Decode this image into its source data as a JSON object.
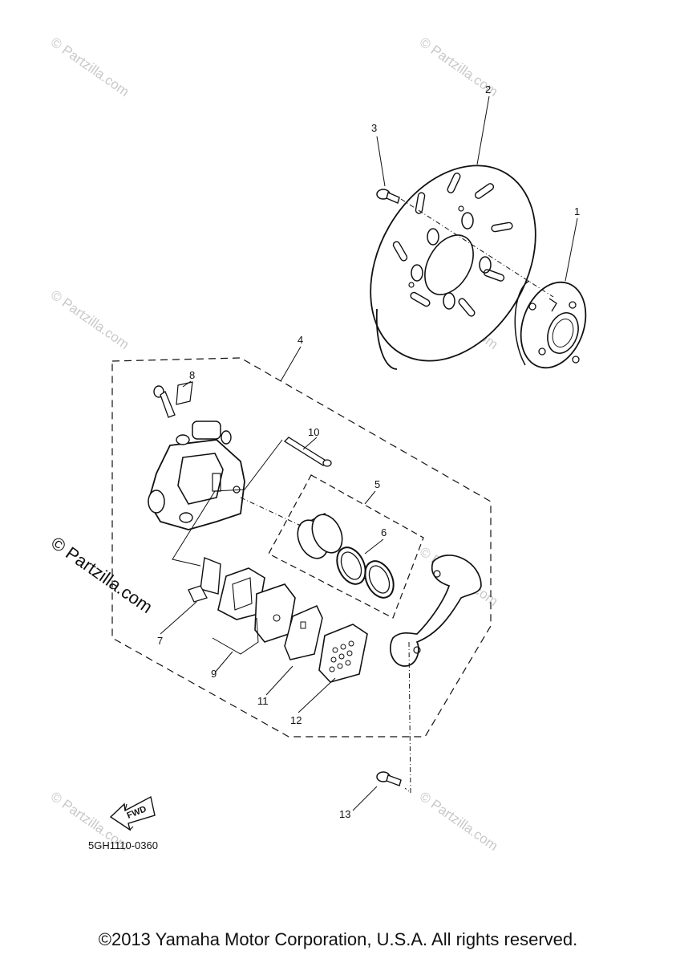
{
  "diagram": {
    "callouts": [
      {
        "id": "1",
        "label": "1"
      },
      {
        "id": "2",
        "label": "2"
      },
      {
        "id": "3",
        "label": "3"
      },
      {
        "id": "4",
        "label": "4"
      },
      {
        "id": "5",
        "label": "5"
      },
      {
        "id": "6",
        "label": "6"
      },
      {
        "id": "7",
        "label": "7"
      },
      {
        "id": "8",
        "label": "8"
      },
      {
        "id": "9",
        "label": "9"
      },
      {
        "id": "10",
        "label": "10"
      },
      {
        "id": "11",
        "label": "11"
      },
      {
        "id": "12",
        "label": "12"
      },
      {
        "id": "13",
        "label": "13"
      }
    ],
    "fwd_label": "FWD",
    "part_code": "5GH1110-0360"
  },
  "watermark": {
    "text": "© Partzilla.com",
    "main_text": "© Partzilla.com"
  },
  "footer": {
    "copyright": "©2013 Yamaha Motor Corporation, U.S.A. All rights reserved."
  }
}
